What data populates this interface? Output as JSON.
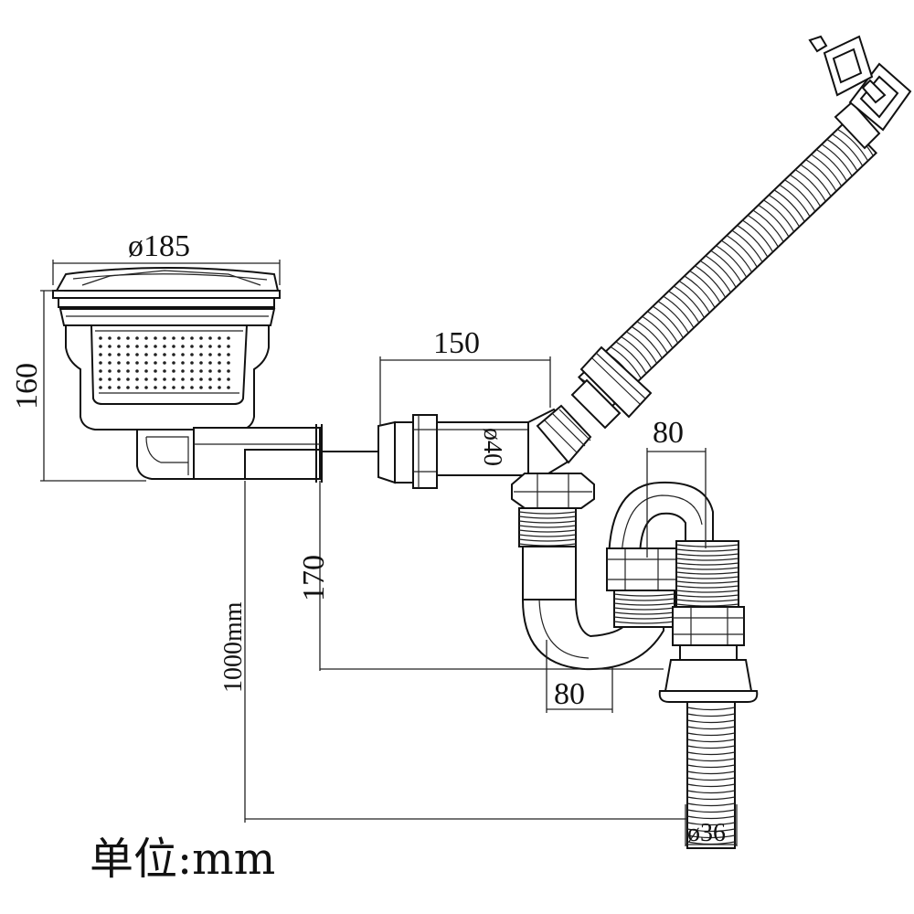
{
  "dimensions": {
    "basket_diameter": "ø185",
    "basket_height": "160",
    "pipe_length": "150",
    "pipe_diameter": "ø40",
    "trap_width_top": "80",
    "drop_height": "170",
    "trap_width_bottom": "80",
    "hose_length": "1000mm",
    "hose_diameter": "ø36"
  },
  "unit_label": "单位:mm"
}
